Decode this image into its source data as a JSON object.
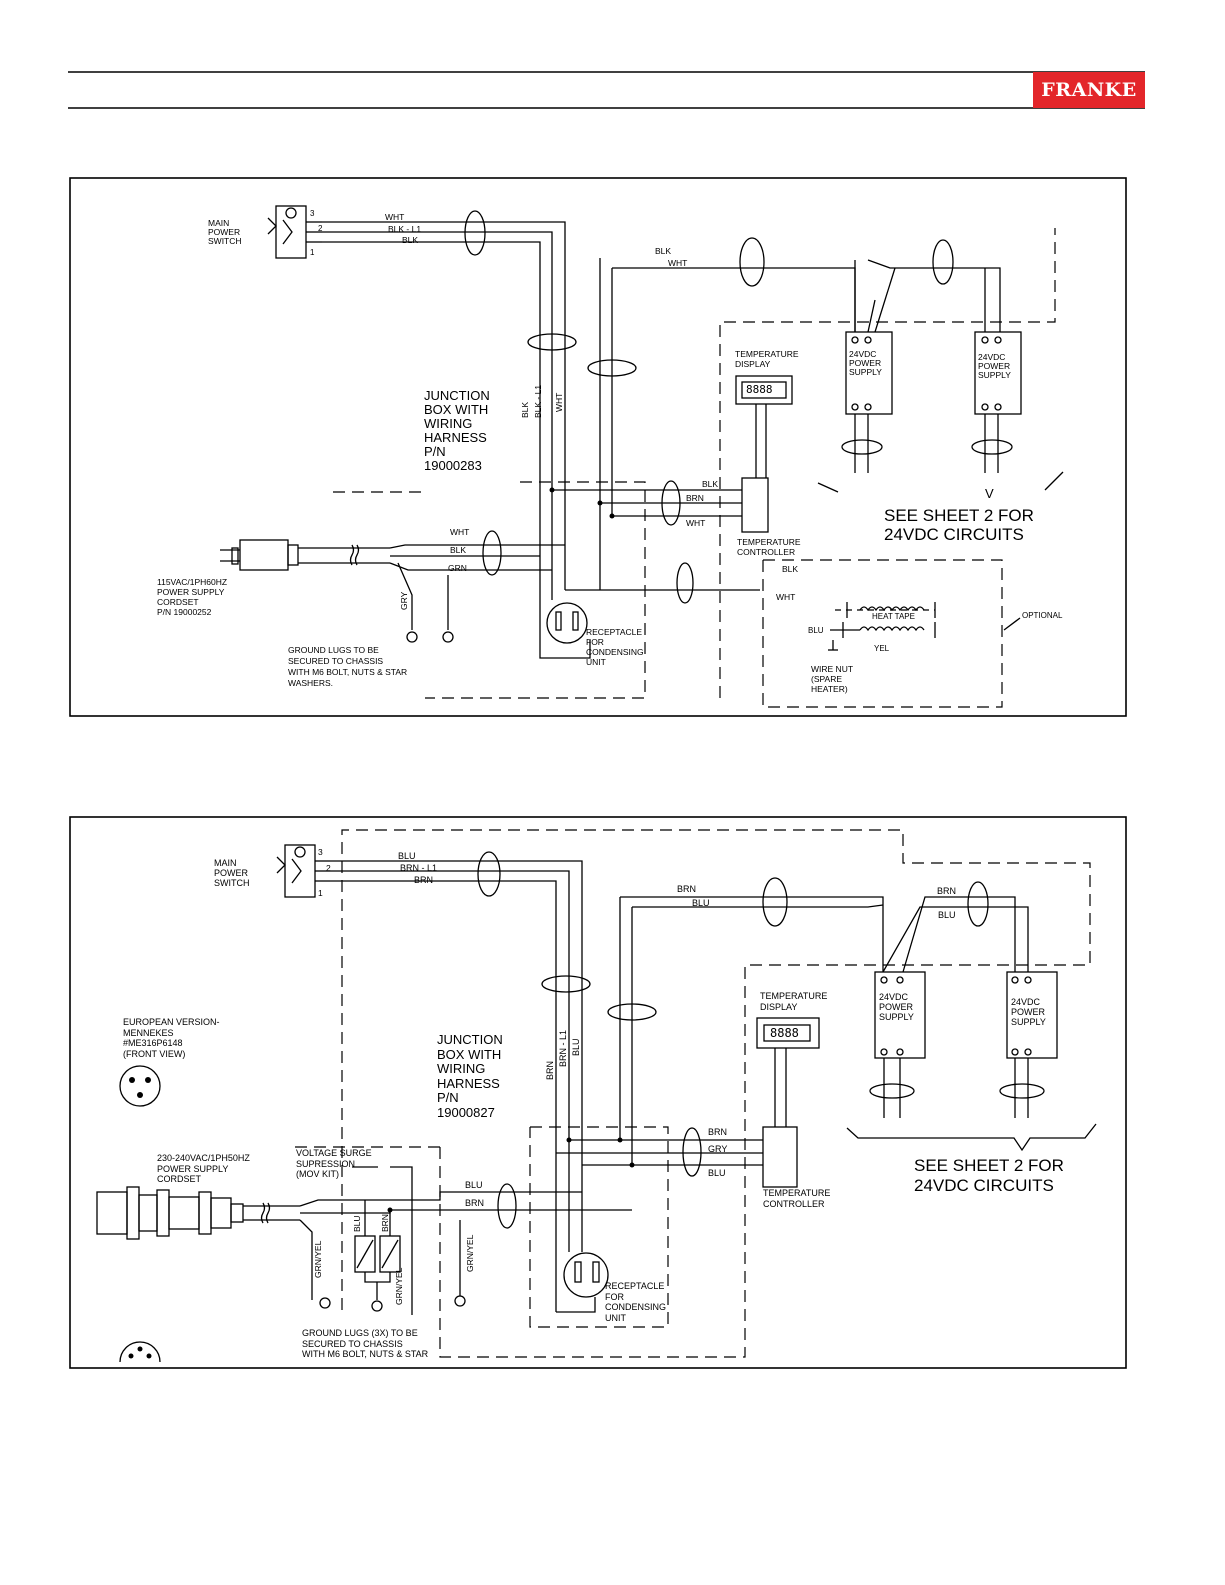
{
  "header": {
    "logo_text": "FRANKE",
    "logo_color": "#e3262a"
  },
  "diagram1": {
    "main_power_switch": [
      "MAIN",
      "POWER",
      "SWITCH"
    ],
    "switch_terminals": [
      "3",
      "2",
      "1"
    ],
    "switch_wires": [
      "WHT",
      "BLK - L1",
      "BLK"
    ],
    "upper_wires": [
      "BLK",
      "WHT"
    ],
    "vertical_wires": [
      "BLK",
      "BLK - L1",
      "WHT"
    ],
    "junction_box": [
      "JUNCTION",
      "BOX WITH",
      "WIRING",
      "HARNESS",
      "P/N",
      "19000283"
    ],
    "temperature_display_label": [
      "TEMPERATURE",
      "DISPLAY"
    ],
    "display_digits": "8888",
    "power_supply_1": [
      "24VDC",
      "POWER",
      "SUPPLY"
    ],
    "power_supply_2": [
      "24VDC",
      "POWER",
      "SUPPLY"
    ],
    "controller_wires": [
      "BLK",
      "BRN",
      "WHT"
    ],
    "temperature_controller": [
      "TEMPERATURE",
      "CONTROLLER"
    ],
    "see_sheet": [
      "SEE SHEET 2 FOR",
      "24VDC CIRCUITS"
    ],
    "cord_wires": [
      "WHT",
      "BLK",
      "GRN"
    ],
    "cord_ground": "GRY",
    "power_cord": [
      "115VAC/1PH60HZ",
      "POWER SUPPLY",
      "CORDSET",
      "P/N 19000252"
    ],
    "ground_lugs": [
      "GROUND LUGS TO BE",
      "SECURED TO CHASSIS",
      "WITH M6 BOLT, NUTS & STAR",
      "WASHERS."
    ],
    "receptacle": [
      "RECEPTACLE",
      "FOR",
      "CONDENSING",
      "UNIT"
    ],
    "heater_wires": [
      "BLK",
      "WHT"
    ],
    "heater_blu": "BLU",
    "heater_tape": "HEAT TAPE",
    "heater_yel": "YEL",
    "wire_nut": [
      "WIRE NUT",
      "(SPARE",
      "HEATER)"
    ],
    "optional": "OPTIONAL"
  },
  "diagram2": {
    "main_power_switch": [
      "MAIN",
      "POWER",
      "SWITCH"
    ],
    "switch_terminals": [
      "3",
      "2",
      "1"
    ],
    "switch_wires": [
      "BLU",
      "BRN - L1",
      "BRN"
    ],
    "upper_wires": [
      "BRN",
      "BLU"
    ],
    "upper_wires_right": [
      "BRN",
      "BLU"
    ],
    "vertical_wires": [
      "BRN",
      "BRN - L1",
      "BLU"
    ],
    "junction_box": [
      "JUNCTION",
      "BOX WITH",
      "WIRING",
      "HARNESS",
      "P/N",
      "19000827"
    ],
    "european": [
      "EUROPEAN VERSION-",
      "MENNEKES",
      "#ME316P6148",
      "(FRONT VIEW)"
    ],
    "temperature_display_label": [
      "TEMPERATURE",
      "DISPLAY"
    ],
    "display_digits": "8888",
    "power_supply_1": [
      "24VDC",
      "POWER",
      "SUPPLY"
    ],
    "power_supply_2": [
      "24VDC",
      "POWER",
      "SUPPLY"
    ],
    "controller_wires": [
      "BRN",
      "GRY",
      "BLU"
    ],
    "temperature_controller": [
      "TEMPERATURE",
      "CONTROLLER"
    ],
    "see_sheet": [
      "SEE SHEET 2 FOR",
      "24VDC CIRCUITS"
    ],
    "power_cord": [
      "230-240VAC/1PH50HZ",
      "POWER SUPPLY",
      "CORDSET"
    ],
    "voltage_surge": [
      "VOLTAGE SURGE",
      "SUPRESSION",
      "(MOV KIT)"
    ],
    "cord_wires": [
      "BLU",
      "BRN"
    ],
    "mov_wires": [
      "BLU",
      "BRN",
      "GRN/YEL"
    ],
    "ground_left": "GRN/YEL",
    "ground_right": "GRN/YEL",
    "ground_lugs": [
      "GROUND LUGS (3X) TO BE",
      "SECURED TO CHASSIS",
      "WITH M6 BOLT, NUTS & STAR"
    ],
    "receptacle": [
      "RECEPTACLE",
      "FOR",
      "CONDENSING",
      "UNIT"
    ]
  }
}
